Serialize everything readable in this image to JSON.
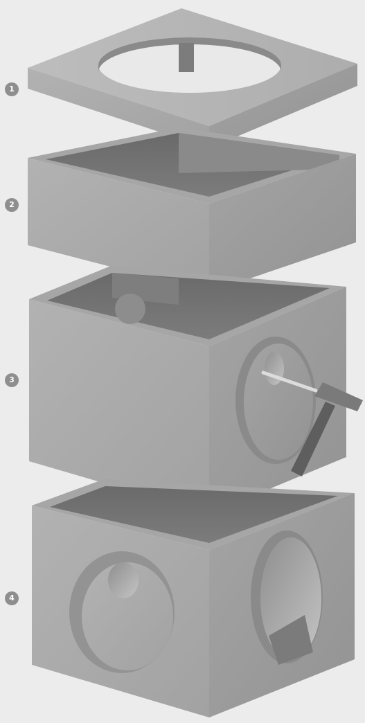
{
  "diagram": {
    "parts": [
      {
        "number": "1",
        "element": "cover-slab"
      },
      {
        "number": "2",
        "element": "ring-section"
      },
      {
        "number": "3",
        "element": "shaft-section-with-opening"
      },
      {
        "number": "4",
        "element": "base-section"
      }
    ],
    "tool_icon": "hammer-icon",
    "colors": {
      "background": "#ececec",
      "concrete_front": "#a9a9a9",
      "concrete_side": "#9b9b9b",
      "concrete_top": "#b3b3b3",
      "interior": "#6f6f6f",
      "badge": "#8e8e8e"
    }
  }
}
